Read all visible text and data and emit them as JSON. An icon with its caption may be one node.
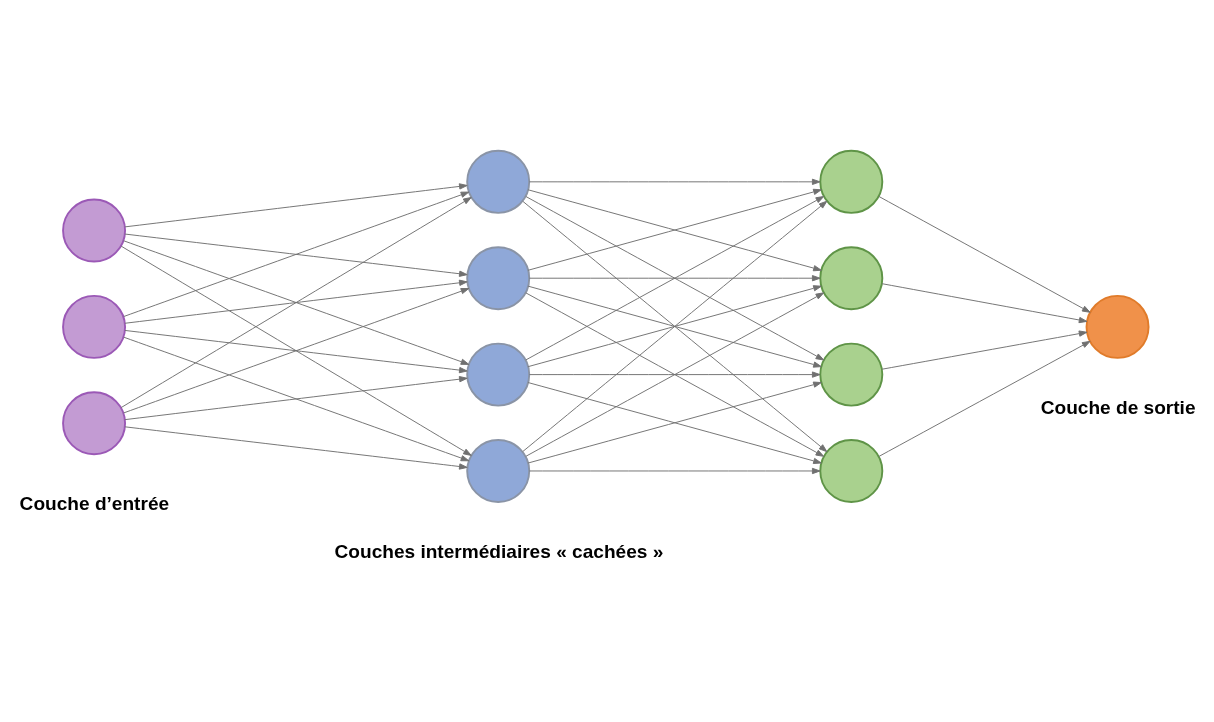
{
  "diagram": {
    "nodes": [
      {
        "text": [],
        "shape": "circle"
      },
      {
        "text": [],
        "shape": "circle"
      },
      {
        "text": [],
        "shape": "circle"
      },
      {
        "text": [],
        "shape": "circle"
      },
      {
        "text": [],
        "shape": "circle"
      },
      {
        "text": [],
        "shape": "circle"
      },
      {
        "text": [],
        "shape": "circle"
      },
      {
        "text": [],
        "shape": "circle"
      },
      {
        "text": [],
        "shape": "circle"
      },
      {
        "text": [],
        "shape": "circle"
      },
      {
        "text": [],
        "shape": "circle"
      },
      {
        "text": [],
        "shape": "circle"
      }
    ],
    "edges": [
      {
        "from": 0,
        "to": 3,
        "arrow": "to"
      },
      {
        "from": 0,
        "to": 4,
        "arrow": "to"
      },
      {
        "from": 0,
        "to": 5,
        "arrow": "to"
      },
      {
        "from": 0,
        "to": 6,
        "arrow": "to"
      },
      {
        "from": 1,
        "to": 3,
        "arrow": "to"
      },
      {
        "from": 1,
        "to": 4,
        "arrow": "to"
      },
      {
        "from": 1,
        "to": 5,
        "arrow": "to"
      },
      {
        "from": 1,
        "to": 6,
        "arrow": "to"
      },
      {
        "from": 2,
        "to": 3,
        "arrow": "to"
      },
      {
        "from": 2,
        "to": 4,
        "arrow": "to"
      },
      {
        "from": 2,
        "to": 5,
        "arrow": "to"
      },
      {
        "from": 2,
        "to": 6,
        "arrow": "to"
      },
      {
        "from": 3,
        "to": 7,
        "arrow": "to"
      },
      {
        "from": 3,
        "to": 8,
        "arrow": "to"
      },
      {
        "from": 3,
        "to": 9,
        "arrow": "to"
      },
      {
        "from": 3,
        "to": 10,
        "arrow": "to"
      },
      {
        "from": 4,
        "to": 7,
        "arrow": "to"
      },
      {
        "from": 4,
        "to": 8,
        "arrow": "to"
      },
      {
        "from": 4,
        "to": 9,
        "arrow": "to"
      },
      {
        "from": 4,
        "to": 10,
        "arrow": "to"
      },
      {
        "from": 5,
        "to": 7,
        "arrow": "to"
      },
      {
        "from": 5,
        "to": 8,
        "arrow": "to"
      },
      {
        "from": 5,
        "to": 9,
        "arrow": "to"
      },
      {
        "from": 5,
        "to": 10,
        "arrow": "to"
      },
      {
        "from": 6,
        "to": 7,
        "arrow": "to"
      },
      {
        "from": 6,
        "to": 8,
        "arrow": "to"
      },
      {
        "from": 6,
        "to": 9,
        "arrow": "to"
      },
      {
        "from": 6,
        "to": 10,
        "arrow": "to"
      },
      {
        "from": 7,
        "to": 11,
        "arrow": "to"
      },
      {
        "from": 8,
        "to": 11,
        "arrow": "to"
      },
      {
        "from": 9,
        "to": 11,
        "arrow": "to"
      },
      {
        "from": 10,
        "to": 11,
        "arrow": "to"
      }
    ],
    "labels": [
      "Couche d’entrée",
      "Couches intermédiaires « cachées »",
      "Couche de sortie"
    ]
  }
}
